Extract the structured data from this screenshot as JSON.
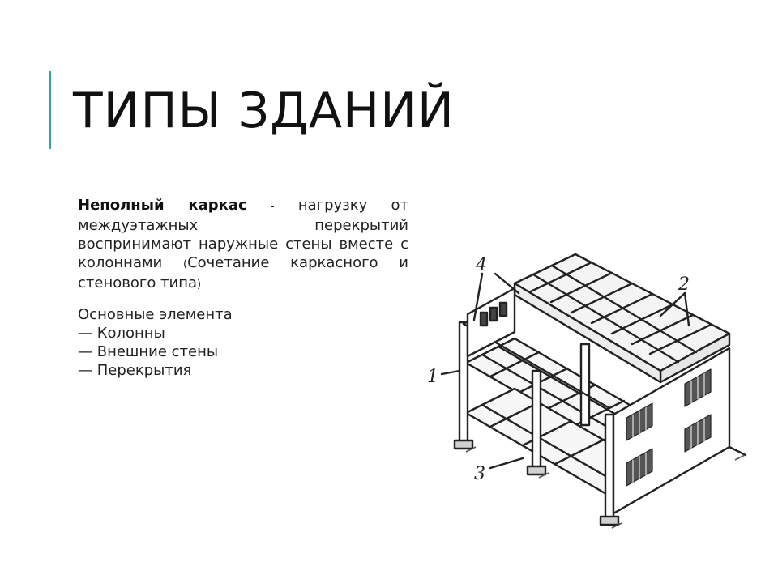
{
  "slide": {
    "title": "ТИПЫ ЗДАНИЙ",
    "accent_color": "#3a9fa8"
  },
  "definition": {
    "term": "Неполный каркас",
    "dash": "-",
    "text": "нагрузку от междуэтажных перекрытий воспринимают наружные стены вместе с колоннами",
    "paren_open": "(",
    "paren_text": "Сочетание каркасного и стенового типа",
    "paren_close": ")"
  },
  "elements": {
    "heading": "Основные элемента",
    "items": [
      "— Колонны",
      "— Внешние стены",
      "— Перекрытия"
    ]
  },
  "figure": {
    "callouts": [
      "4",
      "2",
      "1",
      "3"
    ]
  }
}
